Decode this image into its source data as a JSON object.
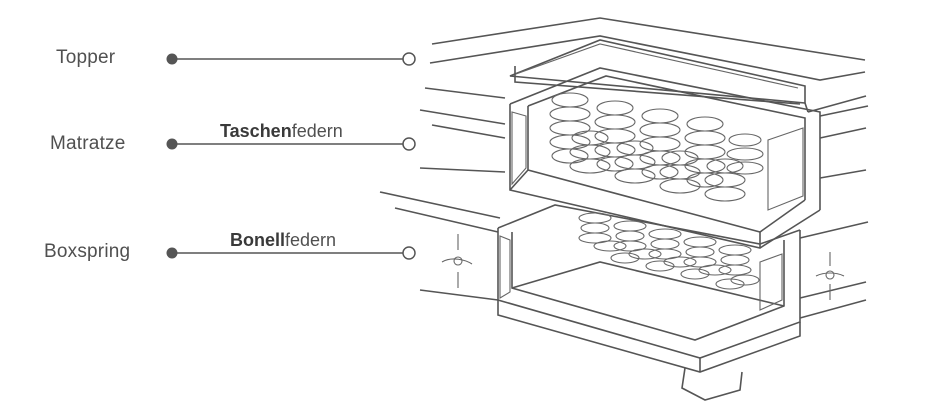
{
  "layers": [
    {
      "label": "Topper",
      "spring_bold": "",
      "spring_rest": ""
    },
    {
      "label": "Matratze",
      "spring_bold": "Taschen",
      "spring_rest": "federn"
    },
    {
      "label": "Boxspring",
      "spring_bold": "Bonell",
      "spring_rest": "federn"
    }
  ],
  "colors": {
    "line": "#555555",
    "dot": "#555555",
    "text": "#505050"
  }
}
